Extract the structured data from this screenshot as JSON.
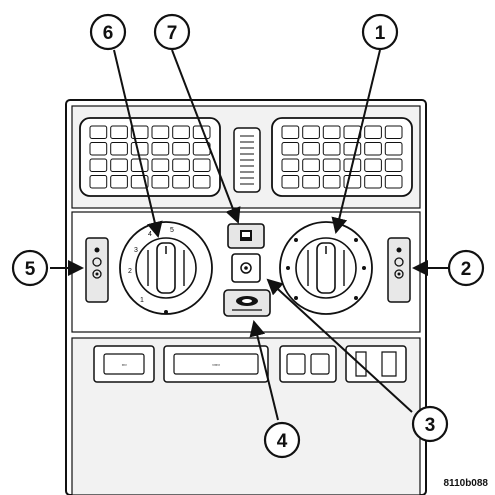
{
  "figure_code": "8110b088",
  "callouts": [
    {
      "id": "1",
      "label": "1"
    },
    {
      "id": "2",
      "label": "2"
    },
    {
      "id": "3",
      "label": "3"
    },
    {
      "id": "4",
      "label": "4"
    },
    {
      "id": "5",
      "label": "5"
    },
    {
      "id": "6",
      "label": "6"
    },
    {
      "id": "7",
      "label": "7"
    }
  ],
  "blower_scale": [
    "1",
    "2",
    "3",
    "4",
    "5"
  ],
  "bottom_switches": {
    "left_label": "▫▫",
    "center_label": "▫▫▫"
  },
  "icons": {
    "outlet_vents": "air-vent-icon",
    "center_vent": "center-vent-icon",
    "defrost": "defrost-icon",
    "recirculation": "recirculation-icon",
    "ac": "ac-snowflake-icon"
  }
}
